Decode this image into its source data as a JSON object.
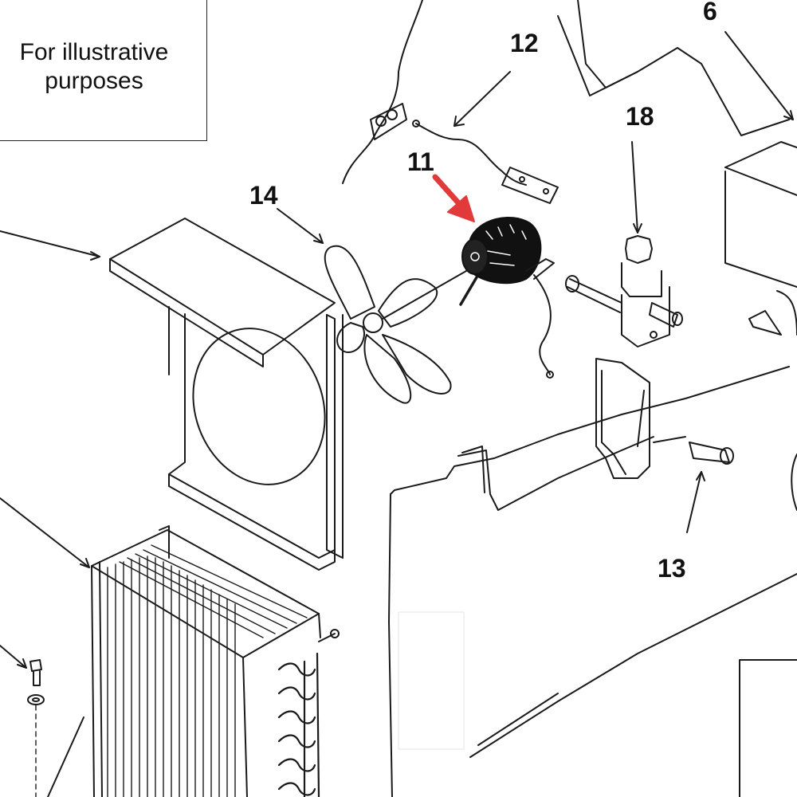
{
  "note": {
    "line1": "For illustrative",
    "line2": "purposes"
  },
  "callouts": {
    "c12": "12",
    "c6": "6",
    "c18": "18",
    "c11": "11",
    "c14": "14",
    "c13": "13"
  },
  "colors": {
    "line": "#1a1a1a",
    "highlight_arrow": "#e23a3a",
    "motor": "#111111"
  }
}
